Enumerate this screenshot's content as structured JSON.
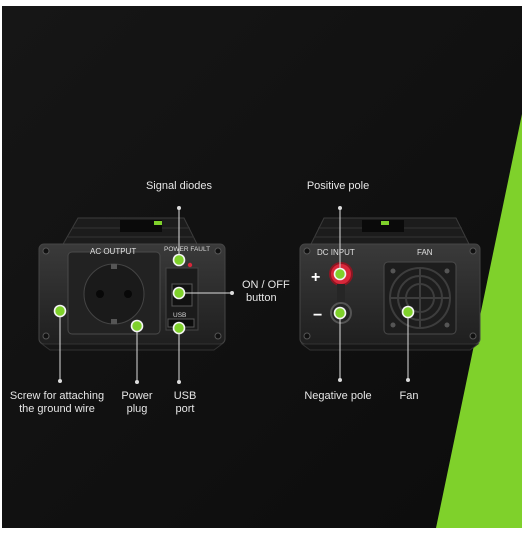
{
  "device_labels": {
    "ac_output": "AC OUTPUT",
    "power_fault": "POWER FAULT",
    "usb": "USB",
    "dc_input": "DC INPUT",
    "fan": "FAN",
    "plus": "+",
    "minus": "−"
  },
  "callouts": {
    "signal_diodes": "Signal diodes",
    "on_off_1": "ON / OFF",
    "on_off_2": "button",
    "screw_1": "Screw for attaching",
    "screw_2": "the ground wire",
    "power_plug_1": "Power",
    "power_plug_2": "plug",
    "usb_port_1": "USB",
    "usb_port_2": "port",
    "positive_pole": "Positive pole",
    "negative_pole": "Negative pole",
    "fan": "Fan"
  },
  "colors": {
    "background": "#141414",
    "accent": "#7fd12b",
    "housing": "#2b2b2b",
    "positive_terminal": "#d8273a"
  }
}
